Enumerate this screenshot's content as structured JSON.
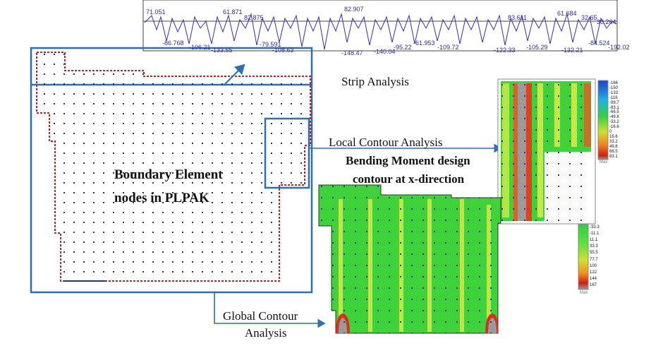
{
  "labels": {
    "strip_analysis": "Strip Analysis",
    "local_contour": "Local Contour Analysis",
    "bending_moment_line1": "Bending Moment design",
    "bending_moment_line2": "contour at x-direction",
    "boundary_line1": "Boundary Element",
    "boundary_line2": "nodes in PLPAK",
    "global_line1": "Global Contour",
    "global_line2": "Analysis"
  },
  "local_legend": {
    "values": [
      "-166",
      "-150",
      "-133",
      "-116",
      "-99.7",
      "-83.1",
      "-66.5",
      "-49.8",
      "-33.2",
      "-16.6",
      "0",
      "16.6",
      "33.2",
      "49.8",
      "66.5",
      "83.1"
    ],
    "footer": "Max"
  },
  "global_legend": {
    "values": [
      "-33.3",
      "-11.1",
      "11.1",
      "33.3",
      "55.5",
      "77.7",
      "100",
      "122",
      "144",
      "167"
    ],
    "footer": "Max"
  },
  "strip_values": {
    "top": [
      "71.051",
      "61.871",
      "82.875",
      "82.907",
      "83.611",
      "61.684",
      "32.65",
      "30.264"
    ],
    "bottom": [
      "-86.768",
      "-106.21",
      "-133.55",
      "-79.591",
      "-108.63",
      "-148.47",
      "-140.04",
      "-95.22",
      "-61.953",
      "-109.72",
      "-122.33",
      "-105.29",
      "-132.21",
      "-84.524",
      "-192.02"
    ]
  },
  "colors": {
    "frame_blue": "#2d6fb3",
    "boundary_red": "#c0202a",
    "contour_green": "#3fd23a",
    "contour_yellow": "#d8e84a",
    "contour_red": "#d8301a",
    "contour_gray": "#9a9a9a"
  }
}
